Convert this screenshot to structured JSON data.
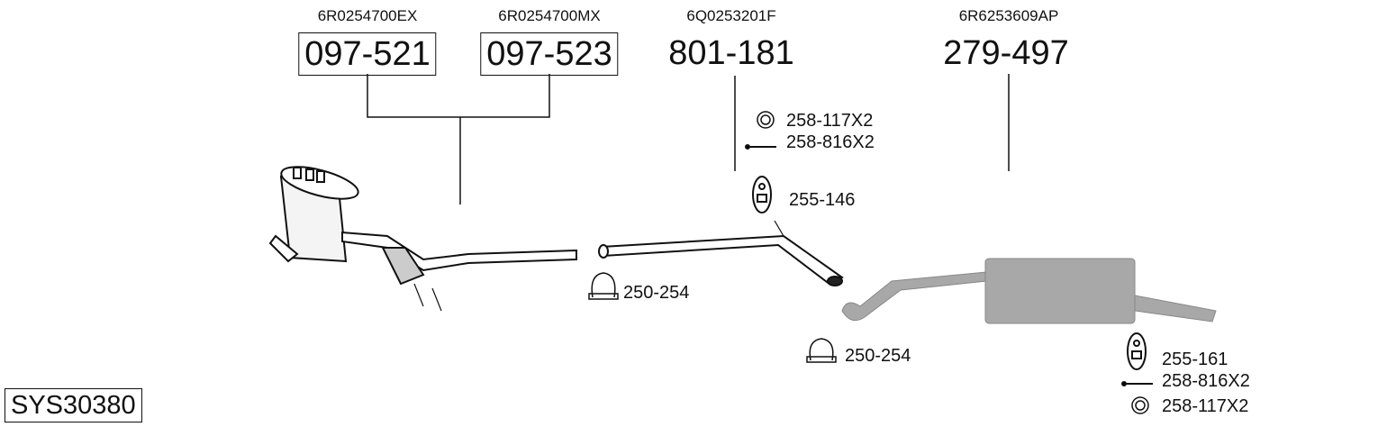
{
  "system_code": "SYS30380",
  "parts": [
    {
      "oem": "6R0254700EX",
      "number": "097-521",
      "boxed": true
    },
    {
      "oem": "6R0254700MX",
      "number": "097-523",
      "boxed": true
    },
    {
      "oem": "6Q0253201F",
      "number": "801-181",
      "boxed": false
    },
    {
      "oem": "6R6253609AP",
      "number": "279-497",
      "boxed": false
    }
  ],
  "accessories": {
    "mid_ring": "258-117X2",
    "mid_bolt": "258-816X2",
    "mid_hanger": "255-146",
    "clamp_front": "250-254",
    "clamp_rear": "250-254",
    "rear_hanger": "255-161",
    "rear_bolt": "258-816X2",
    "rear_ring": "258-117X2"
  }
}
